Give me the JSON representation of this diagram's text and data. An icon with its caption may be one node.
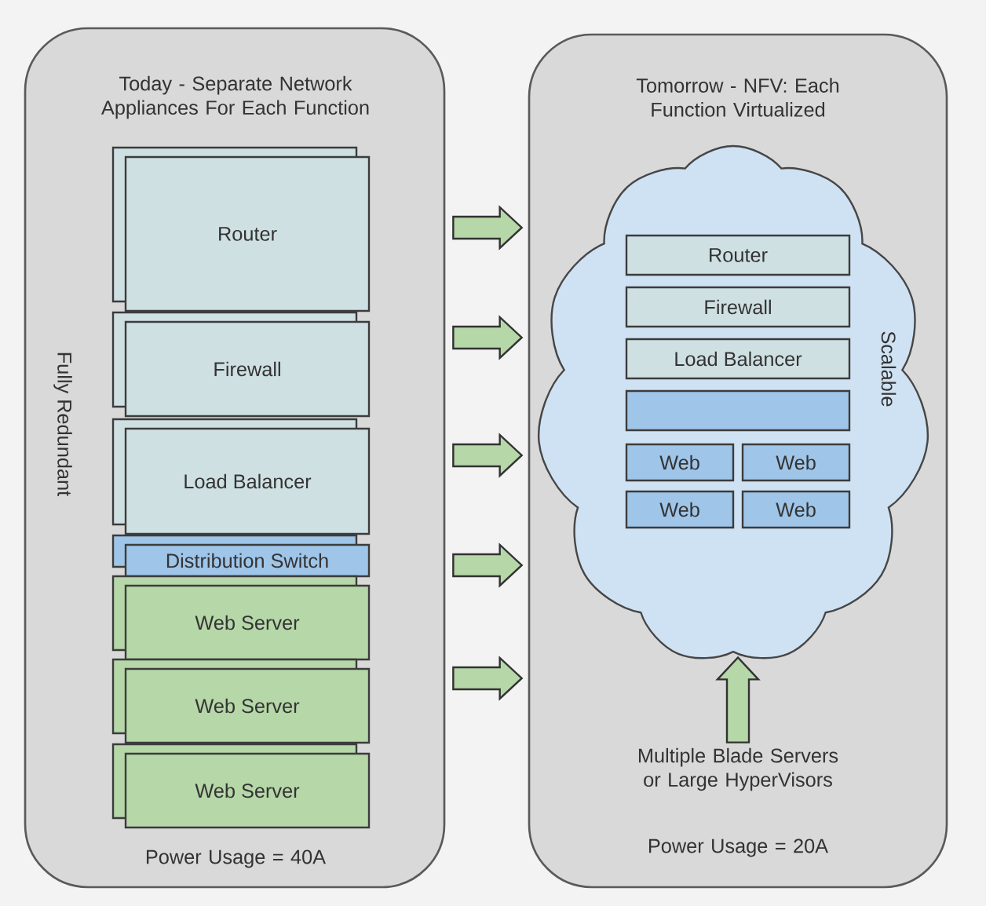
{
  "diagram": {
    "nodes": [
      {
        "text": [
          "Today - Separate Network Appliances For Each Function",
          "Power Usage = 40A"
        ]
      },
      {
        "text": [
          "Router"
        ],
        "in": 0
      },
      {
        "text": [
          "Firewall"
        ],
        "in": 0
      },
      {
        "text": [
          "Load Balancer"
        ],
        "in": 0
      },
      {
        "text": [
          "Distribution Switch"
        ],
        "in": 0
      },
      {
        "text": [
          "Web Server"
        ],
        "in": 0
      },
      {
        "text": [
          "Web Server"
        ],
        "in": 0
      },
      {
        "text": [
          "Web Server"
        ],
        "in": 0
      },
      {
        "text": [
          "Tomorrow - NFV: Each Function Virtualized",
          "Power Usage = 20A"
        ]
      },
      {
        "text": [],
        "shape": "cloud",
        "in": 8
      },
      {
        "text": [
          "Router"
        ],
        "in": 9
      },
      {
        "text": [
          "Firewall"
        ],
        "in": 9
      },
      {
        "text": [
          "Load Balancer"
        ],
        "in": 9
      },
      {
        "text": [],
        "shape": "box",
        "in": 9
      },
      {
        "text": [
          "Web"
        ],
        "in": 9
      },
      {
        "text": [
          "Web"
        ],
        "in": 9
      },
      {
        "text": [
          "Web"
        ],
        "in": 9
      },
      {
        "text": [
          "Web"
        ],
        "in": 9
      },
      {
        "text": [
          "Multiple Blade Servers or Large HyperVisors"
        ],
        "in": 8
      }
    ],
    "edges": [
      {
        "from": 0,
        "to": 8,
        "arrow": "to"
      },
      {
        "from": 0,
        "to": 8,
        "arrow": "to"
      },
      {
        "from": 0,
        "to": 8,
        "arrow": "to"
      },
      {
        "from": 0,
        "to": 8,
        "arrow": "to"
      },
      {
        "from": 0,
        "to": 8,
        "arrow": "to"
      },
      {
        "from": 18,
        "to": 9,
        "arrow": "to"
      }
    ],
    "labels": [
      "Fully Redundant",
      "Scalable"
    ]
  }
}
